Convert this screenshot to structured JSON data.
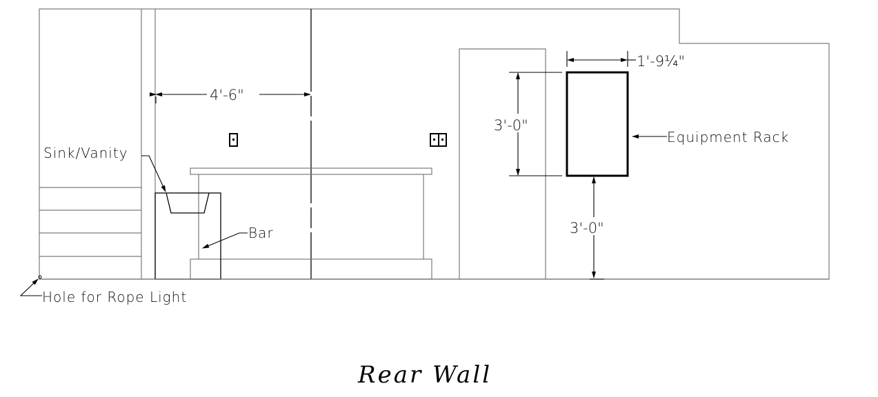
{
  "drawing": {
    "title": "Rear Wall",
    "labels": {
      "sink_vanity": "Sink/Vanity",
      "bar": "Bar",
      "equipment_rack": "Equipment Rack",
      "rope_light": "Hole for Rope Light"
    },
    "dimensions": {
      "bar_to_centerline": "4'-6\"",
      "rack_height": "3'-0\"",
      "rack_width": "1'-9¼\"",
      "rack_to_floor": "3'-0\""
    },
    "colors": {
      "wall_line": "#7a7a7a",
      "object_line": "#000000",
      "background": "#ffffff"
    }
  }
}
